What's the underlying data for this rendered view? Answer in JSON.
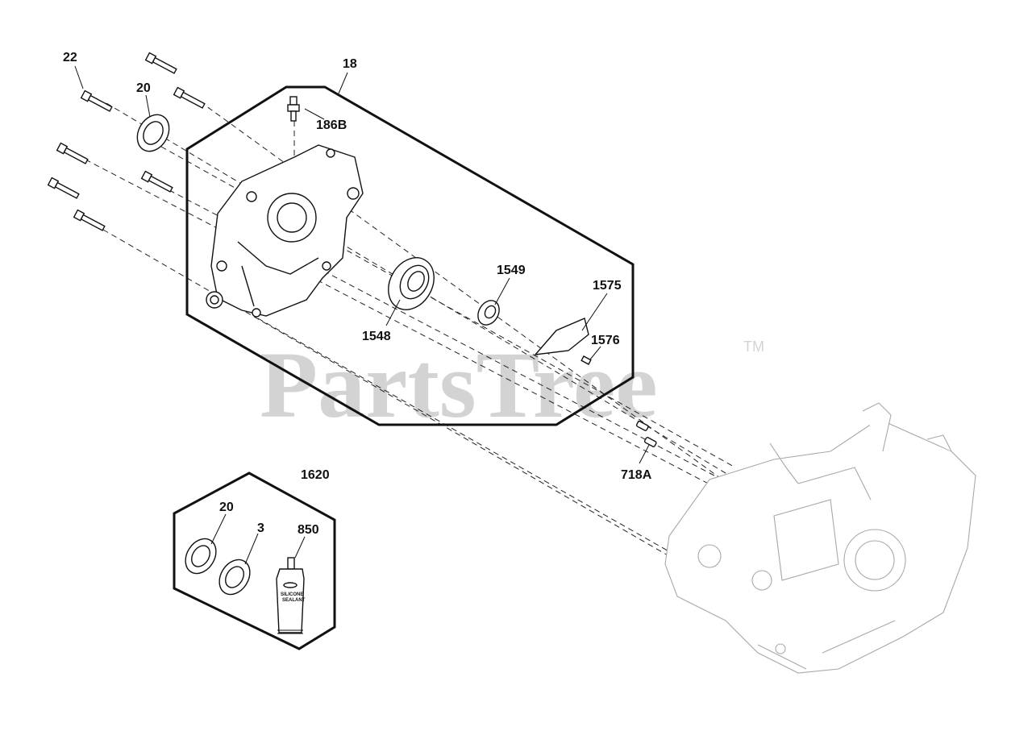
{
  "watermark": {
    "brand": "PartsTree",
    "trademark": "TM"
  },
  "kit_tube_label": {
    "line1": "SILICONE",
    "line2": "SEALANT"
  },
  "callouts": [
    {
      "id": "22",
      "label": "22"
    },
    {
      "id": "20-top",
      "label": "20"
    },
    {
      "id": "18",
      "label": "18"
    },
    {
      "id": "186B",
      "label": "186B"
    },
    {
      "id": "1549",
      "label": "1549"
    },
    {
      "id": "1575",
      "label": "1575"
    },
    {
      "id": "1576",
      "label": "1576"
    },
    {
      "id": "1548",
      "label": "1548"
    },
    {
      "id": "718A",
      "label": "718A"
    },
    {
      "id": "1620",
      "label": "1620"
    },
    {
      "id": "20-kit",
      "label": "20"
    },
    {
      "id": "3",
      "label": "3"
    },
    {
      "id": "850",
      "label": "850"
    }
  ]
}
